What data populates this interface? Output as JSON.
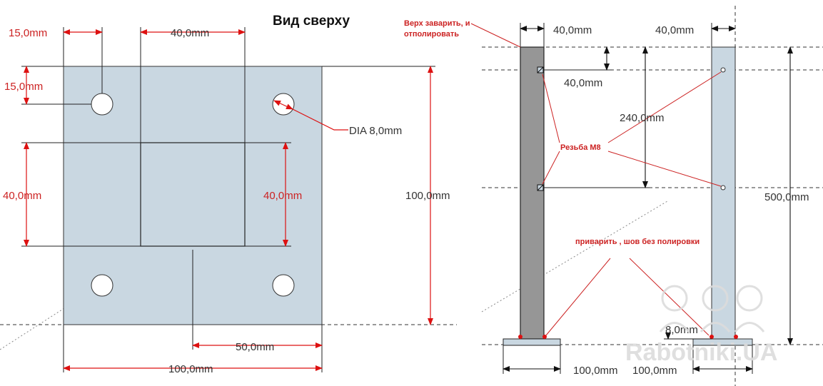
{
  "colors": {
    "plate": "#c9d7e1",
    "post_dark": "#969696",
    "post_light": "#c9d7e1",
    "dim_red": "#dd1111",
    "leader_red": "#cc2222",
    "text": "#333333",
    "watermark": "#dcdcdc"
  },
  "top_view": {
    "title": "Вид сверху",
    "dim_hole_x": "15,0mm",
    "dim_hole_y": "15,0mm",
    "dim_square_width": "40,0mm",
    "dim_square_height_left": "40,0mm",
    "dim_square_height_right": "40,0mm",
    "dim_plate_height": "100,0mm",
    "dim_plate_width": "100,0mm",
    "dim_center": "50,0mm",
    "dim_hole_dia": "DIA 8,0mm"
  },
  "side_view": {
    "note_weld_top": "Верх заварить, и",
    "note_weld_top_2": "отполировать",
    "dim_post_width_left": "40,0mm",
    "dim_post_width_right": "40,0mm",
    "dim_first_hole": "40,0mm",
    "dim_hole_spacing": "240,0mm",
    "dim_total_height": "500,0mm",
    "note_thread": "Резьба М8",
    "note_weld_bottom": "приварить , шов без полировки",
    "dim_base_thickness": "8,0mm",
    "dim_base_left": "100,0mm",
    "dim_base_right": "100,0mm"
  },
  "watermark": {
    "text": "Rabotniki.UA"
  }
}
